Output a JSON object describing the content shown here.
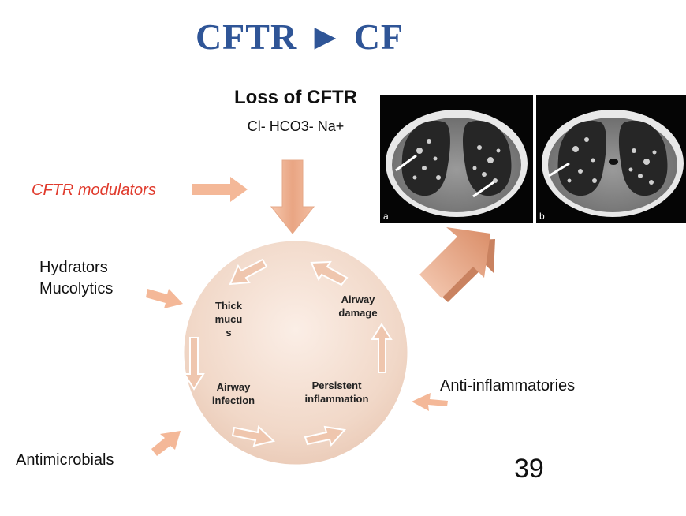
{
  "slide": {
    "title": "CFTR ► CF",
    "loss_title": "Loss of CFTR",
    "loss_ions": "Cl- HCO3- Na+",
    "slide_number": "39"
  },
  "therapies": {
    "modulators": "CFTR modulators",
    "hydrators_line1": "Hydrators",
    "hydrators_line2": "Mucolytics",
    "anti_inflammatories": "Anti-inflammatories",
    "antimicrobials": "Antimicrobials"
  },
  "cycle": {
    "thick_mucus": [
      "Thick",
      "mucu",
      "s"
    ],
    "airway_damage": [
      "Airway",
      "damage"
    ],
    "airway_infection": [
      "Airway",
      "infection"
    ],
    "persistent_inflammation": [
      "Persistent",
      "inflammation"
    ]
  },
  "ct_images": {
    "panel_a_label": "a",
    "panel_b_label": "b"
  },
  "colors": {
    "title": "#2f5597",
    "modulators": "#e03a2c",
    "arrow": "#f2b79a",
    "circle": "#f3ddd0"
  }
}
